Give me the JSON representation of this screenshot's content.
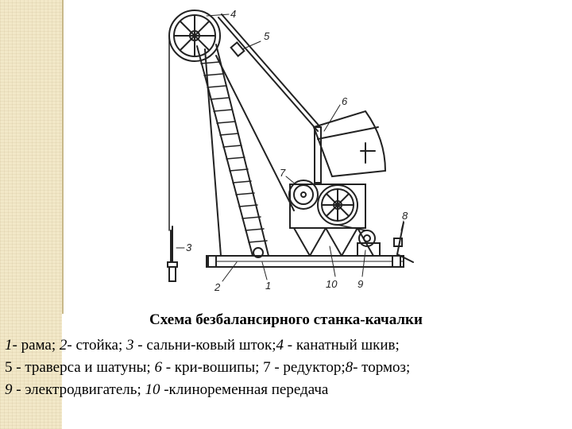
{
  "figure": {
    "labels": [
      "1",
      "2",
      "3",
      "4",
      "5",
      "6",
      "7",
      "8",
      "9",
      "10"
    ]
  },
  "caption": {
    "title": "Схема безбалансирного станка-качалки",
    "line1": [
      {
        "num": "1",
        "text": "- рама; "
      },
      {
        "num": "2",
        "text": "- стойка; "
      },
      {
        "num": "3",
        "text": " - сальни-ковый шток;"
      },
      {
        "num": "4",
        "text": " - канатный шкив;"
      }
    ],
    "line2": [
      {
        "num": "5",
        "text": " - траверса и шатуны; "
      },
      {
        "num": "6",
        "text": " - кри-вошипы; 7 - редуктор;"
      },
      {
        "num": "8",
        "text": "- тормоз;"
      }
    ],
    "line3": [
      {
        "num": "9",
        "text": " - электродвигатель; "
      },
      {
        "num": "10",
        "text": " -клиноременная передача"
      }
    ]
  }
}
